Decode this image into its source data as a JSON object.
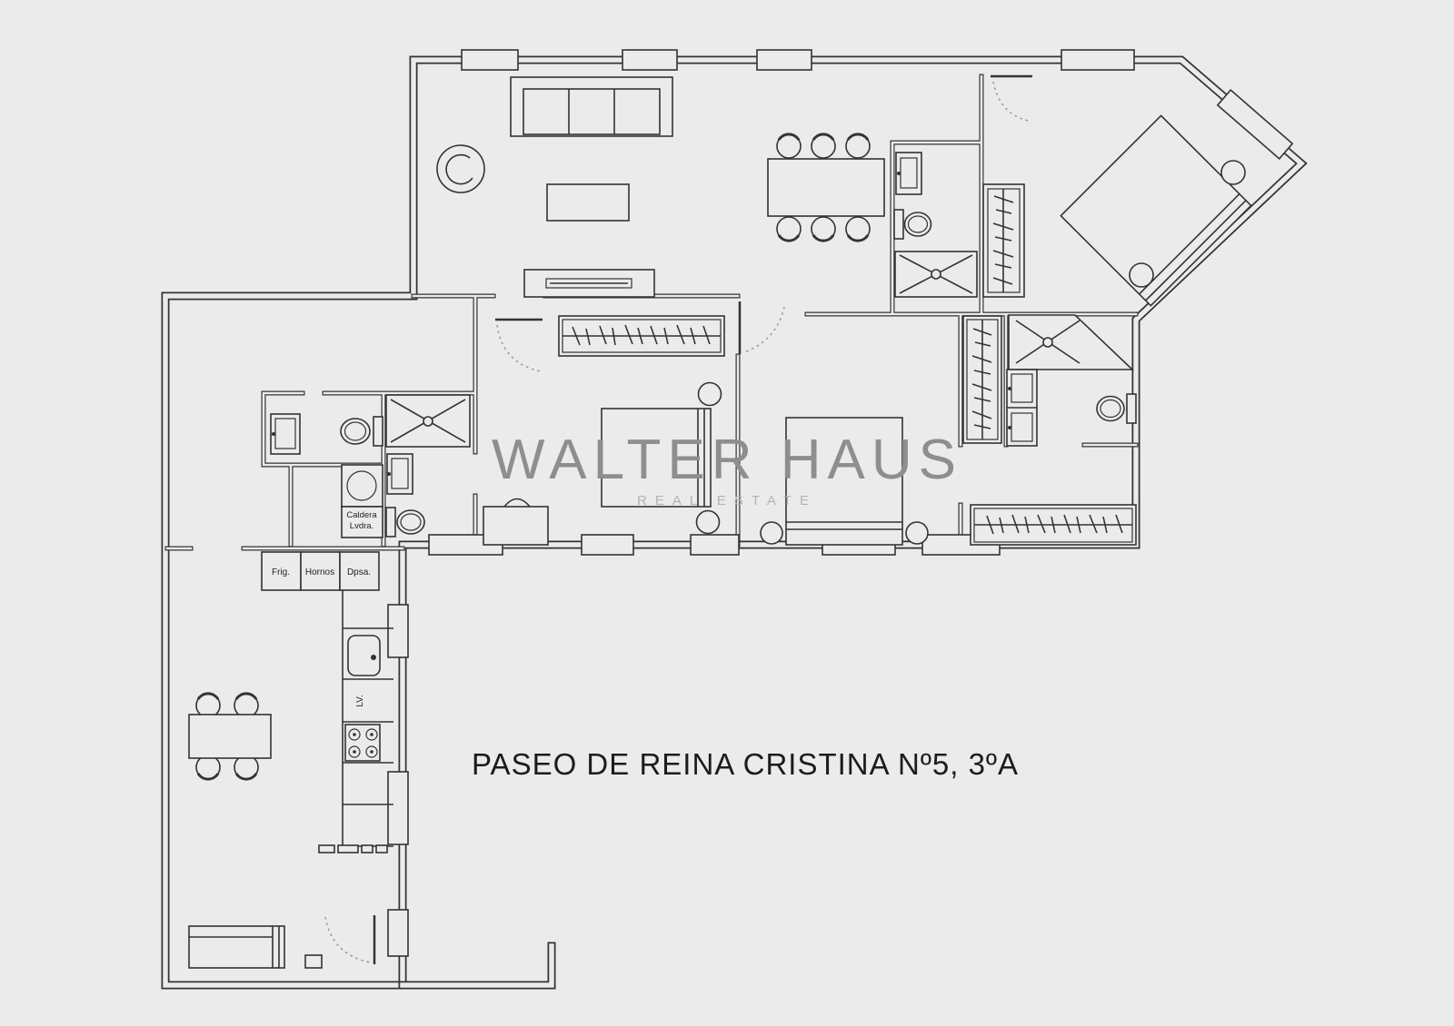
{
  "colors": {
    "background": "#ebebeb",
    "line": "#333333",
    "watermark": "#8e8e8e",
    "watermark_sub": "#b3b3b3",
    "address_text": "#1c1c1c"
  },
  "watermark": {
    "title": "WALTER HAUS",
    "subtitle": "REAL ESTATE"
  },
  "address": "PASEO DE REINA CRISTINA Nº5, 3ºA",
  "labels": {
    "boiler": "Caldera",
    "laundry": "Lvdra.",
    "fridge": "Frig.",
    "oven": "Hornos",
    "pantry": "Dpsa.",
    "dishwasher": "LV."
  }
}
